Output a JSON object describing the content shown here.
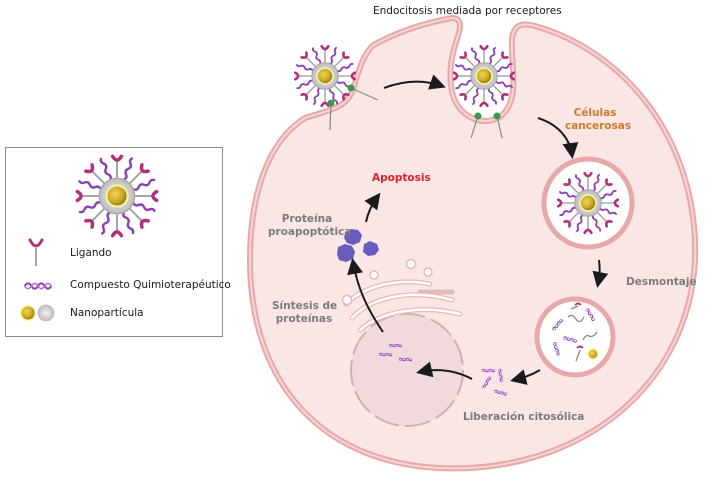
{
  "diagram": {
    "title": "Endocitosis mediada por receptores",
    "labels": {
      "cancer_cells": "Células\ncancerosas",
      "cancer_cells_line1": "Células",
      "cancer_cells_line2": "cancerosas",
      "disassembly": "Desmontaje",
      "cytosolic_release": "Liberación citosólica",
      "protein_synthesis_line1": "Síntesis de",
      "protein_synthesis_line2": "proteínas",
      "proapoptotic_line1": "Proteína",
      "proapoptotic_line2": "proapoptótica",
      "apoptosis": "Apoptosis"
    },
    "steps": [
      "Endocitosis mediada por receptores",
      "Células cancerosas",
      "Desmontaje",
      "Liberación citosólica",
      "Síntesis de proteínas",
      "Proteína proapoptótica",
      "Apoptosis"
    ],
    "colors": {
      "cell_fill": "#fbe6e6",
      "membrane": "#e7a9a7",
      "nucleus_fill": "#f1dadb",
      "cancer_label": "#d07a2a",
      "apoptosis_label": "#e0202a",
      "step_label": "#7b7b7b",
      "drug": "#8a3fb5",
      "ligand": "#b0307a",
      "core": "#c9a825",
      "receptor": "#3a9a4a",
      "protein": "#6a5bbf",
      "arrow": "#1a1a1a"
    }
  },
  "legend": {
    "items": [
      {
        "icon": "ligand-icon",
        "label": "Ligando"
      },
      {
        "icon": "drug-helix-icon",
        "label": "Compuesto Quimioterapéutico"
      },
      {
        "icon": "nanoparticle-icon",
        "label": "Nanopartícula"
      }
    ]
  }
}
